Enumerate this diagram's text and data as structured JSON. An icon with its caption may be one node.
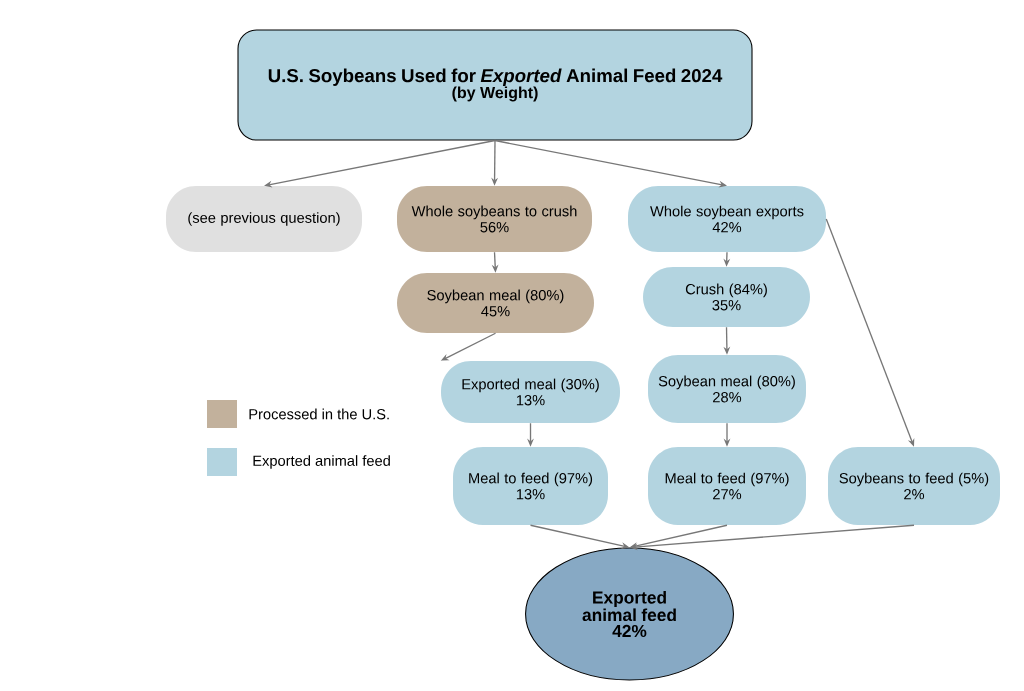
{
  "diagram": {
    "nodes": [
      {
        "text": [
          "U.S. Soybeans Used for *Exported* Animal Feed 2024",
          "(by Weight)"
        ]
      },
      {
        "text": [
          "(see previous question)"
        ]
      },
      {
        "text": [
          "Whole soybeans to crush",
          "56%"
        ]
      },
      {
        "text": [
          "Whole soybean exports",
          "42%"
        ]
      },
      {
        "text": [
          "Soybean meal (80%)",
          "45%"
        ]
      },
      {
        "text": [
          "Crush (84%)",
          "35%"
        ]
      },
      {
        "text": [
          "Exported meal (30%)",
          "13%"
        ]
      },
      {
        "text": [
          "Soybean meal (80%)",
          "28%"
        ]
      },
      {
        "text": [
          "Meal to feed (97%)",
          "13%"
        ]
      },
      {
        "text": [
          "Meal to feed (97%)",
          "27%"
        ]
      },
      {
        "text": [
          "Soybeans to feed (5%)",
          "2%"
        ]
      },
      {
        "text": [
          "Exported animal feed",
          "42%"
        ]
      }
    ],
    "edges": [
      {
        "from": 0,
        "to": 1,
        "arrow": "to"
      },
      {
        "from": 0,
        "to": 2,
        "arrow": "to"
      },
      {
        "from": 0,
        "to": 3,
        "arrow": "to"
      },
      {
        "from": 2,
        "to": 4,
        "arrow": "to"
      },
      {
        "from": 4,
        "to": 6,
        "arrow": "to"
      },
      {
        "from": 6,
        "to": 8,
        "arrow": "to"
      },
      {
        "from": 3,
        "to": 5,
        "arrow": "to"
      },
      {
        "from": 5,
        "to": 7,
        "arrow": "to"
      },
      {
        "from": 7,
        "to": 9,
        "arrow": "to"
      },
      {
        "from": 3,
        "to": 10,
        "arrow": "to"
      },
      {
        "from": 8,
        "to": 11,
        "arrow": "to"
      },
      {
        "from": 9,
        "to": 11,
        "arrow": "to"
      },
      {
        "from": 10,
        "to": 11,
        "arrow": "to"
      }
    ],
    "legend": [
      {
        "text": "Processed in the U.S.",
        "color": "#c2b19c"
      },
      {
        "text": "Exported animal feed",
        "color": "#b3d4e0"
      }
    ]
  }
}
